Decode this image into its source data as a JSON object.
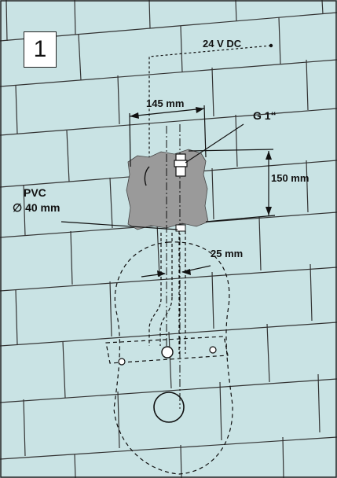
{
  "diagram": {
    "step_number": "1",
    "labels": {
      "power": "24 V DC",
      "width": "145 mm",
      "thread": "G 1“",
      "height": "150 mm",
      "pipe_material": "PVC",
      "pipe_diameter": "∅ 40 mm",
      "offset": "25 mm"
    }
  },
  "colors": {
    "wall": "#c9e3e4",
    "mortar": "#333333",
    "recess": "#9a9a9a",
    "lines": "#111111"
  }
}
